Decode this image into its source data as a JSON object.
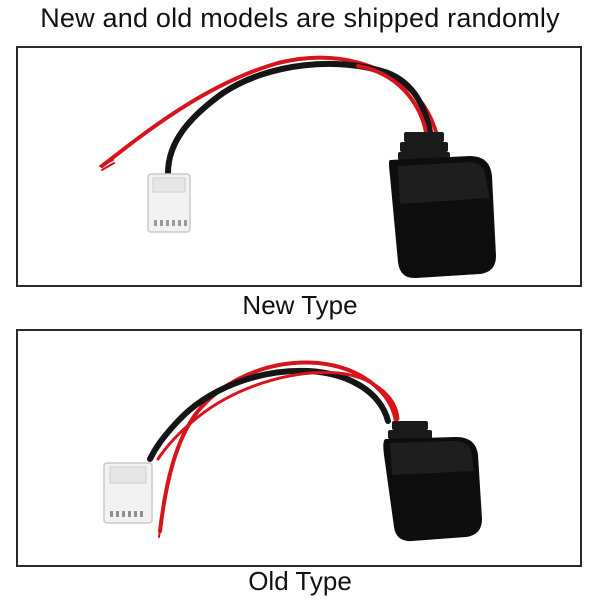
{
  "headline": "New and old models are shipped randomly",
  "variants": [
    {
      "caption": "New Type"
    },
    {
      "caption": "Old Type"
    }
  ],
  "colors": {
    "wire_red": "#d7141c",
    "wire_black": "#151515",
    "module_black": "#0d0d0d",
    "connector_white": "#f2f2f2",
    "border": "#2a2a2a"
  }
}
